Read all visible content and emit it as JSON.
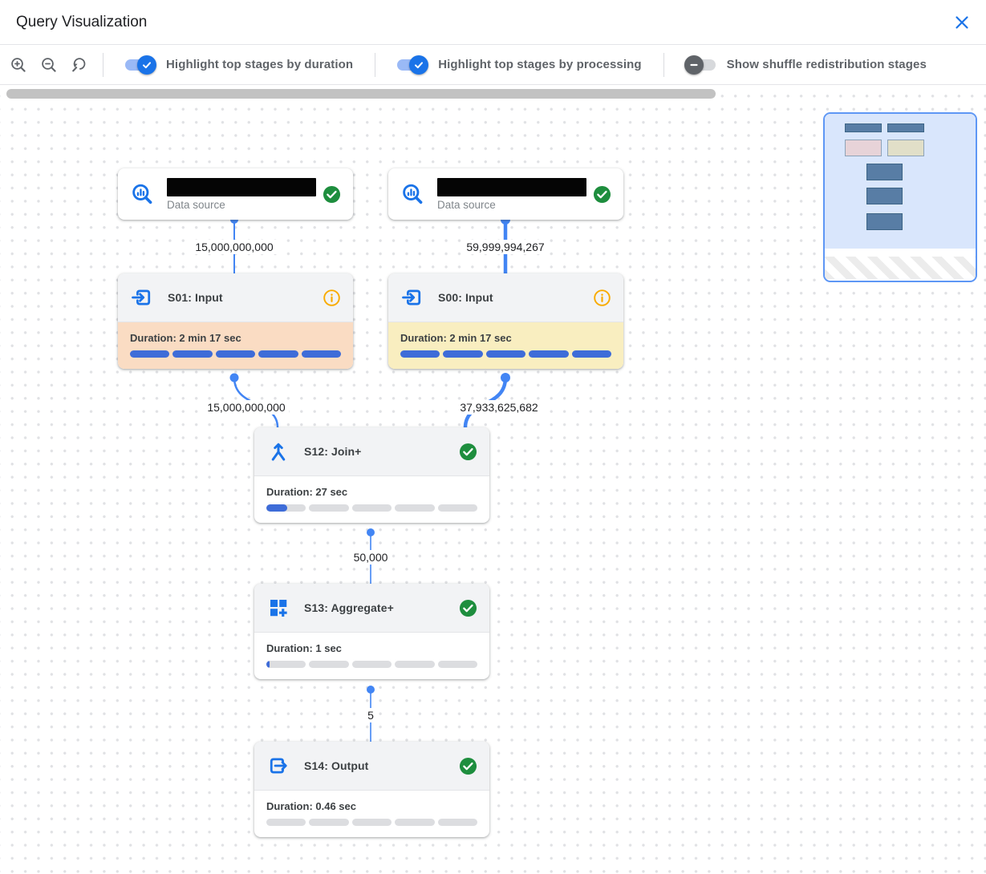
{
  "header": {
    "title": "Query Visualization"
  },
  "toolbar": {
    "zoom_in_icon": "zoom-in",
    "zoom_out_icon": "zoom-out",
    "zoom_reset_icon": "zoom-reset",
    "toggles": [
      {
        "label": "Highlight top stages by duration",
        "state": "on"
      },
      {
        "label": "Highlight top stages by processing",
        "state": "on"
      },
      {
        "label": "Show shuffle redistribution stages",
        "state": "off"
      }
    ]
  },
  "graph": {
    "nodes": [
      {
        "id": "ds1",
        "type": "data-source",
        "label": "Data source",
        "name_redacted": true,
        "status": "completed"
      },
      {
        "id": "ds2",
        "type": "data-source",
        "label": "Data source",
        "name_redacted": true,
        "status": "completed"
      },
      {
        "id": "s01",
        "title": "S01: Input",
        "duration": "Duration: 2 min 17 sec",
        "progress_pct": 100,
        "highlight": "top-by-duration",
        "status": "info"
      },
      {
        "id": "s00",
        "title": "S00: Input",
        "duration": "Duration: 2 min 17 sec",
        "progress_pct": 100,
        "highlight": "top-by-processing",
        "status": "info"
      },
      {
        "id": "s12",
        "title": "S12: Join+",
        "duration": "Duration: 27 sec",
        "progress_pct": 10,
        "highlight": "none",
        "status": "completed"
      },
      {
        "id": "s13",
        "title": "S13: Aggregate+",
        "duration": "Duration: 1 sec",
        "progress_pct": 1,
        "highlight": "none",
        "status": "completed"
      },
      {
        "id": "s14",
        "title": "S14: Output",
        "duration": "Duration: 0.46 sec",
        "progress_pct": 0,
        "highlight": "none",
        "status": "completed"
      }
    ],
    "edges": [
      {
        "from": "ds1",
        "to": "s01",
        "rows": "15,000,000,000"
      },
      {
        "from": "ds2",
        "to": "s00",
        "rows": "59,999,994,267"
      },
      {
        "from": "s01",
        "to": "s12",
        "rows": "15,000,000,000"
      },
      {
        "from": "s00",
        "to": "s12",
        "rows": "37,933,625,682"
      },
      {
        "from": "s12",
        "to": "s13",
        "rows": "50,000"
      },
      {
        "from": "s13",
        "to": "s14",
        "rows": "5"
      }
    ]
  },
  "colors": {
    "accent_blue": "#1a73e8",
    "edge_blue": "#4285f4",
    "bar_blue": "#3e6cd8",
    "segment_gray": "#dcdde0",
    "highlight_duration_bg": "#fadcc3",
    "highlight_processing_bg": "#f9eec0",
    "success_green": "#1e8e3e",
    "info_amber": "#f9ab00",
    "toolbar_text": "#5f6368"
  }
}
